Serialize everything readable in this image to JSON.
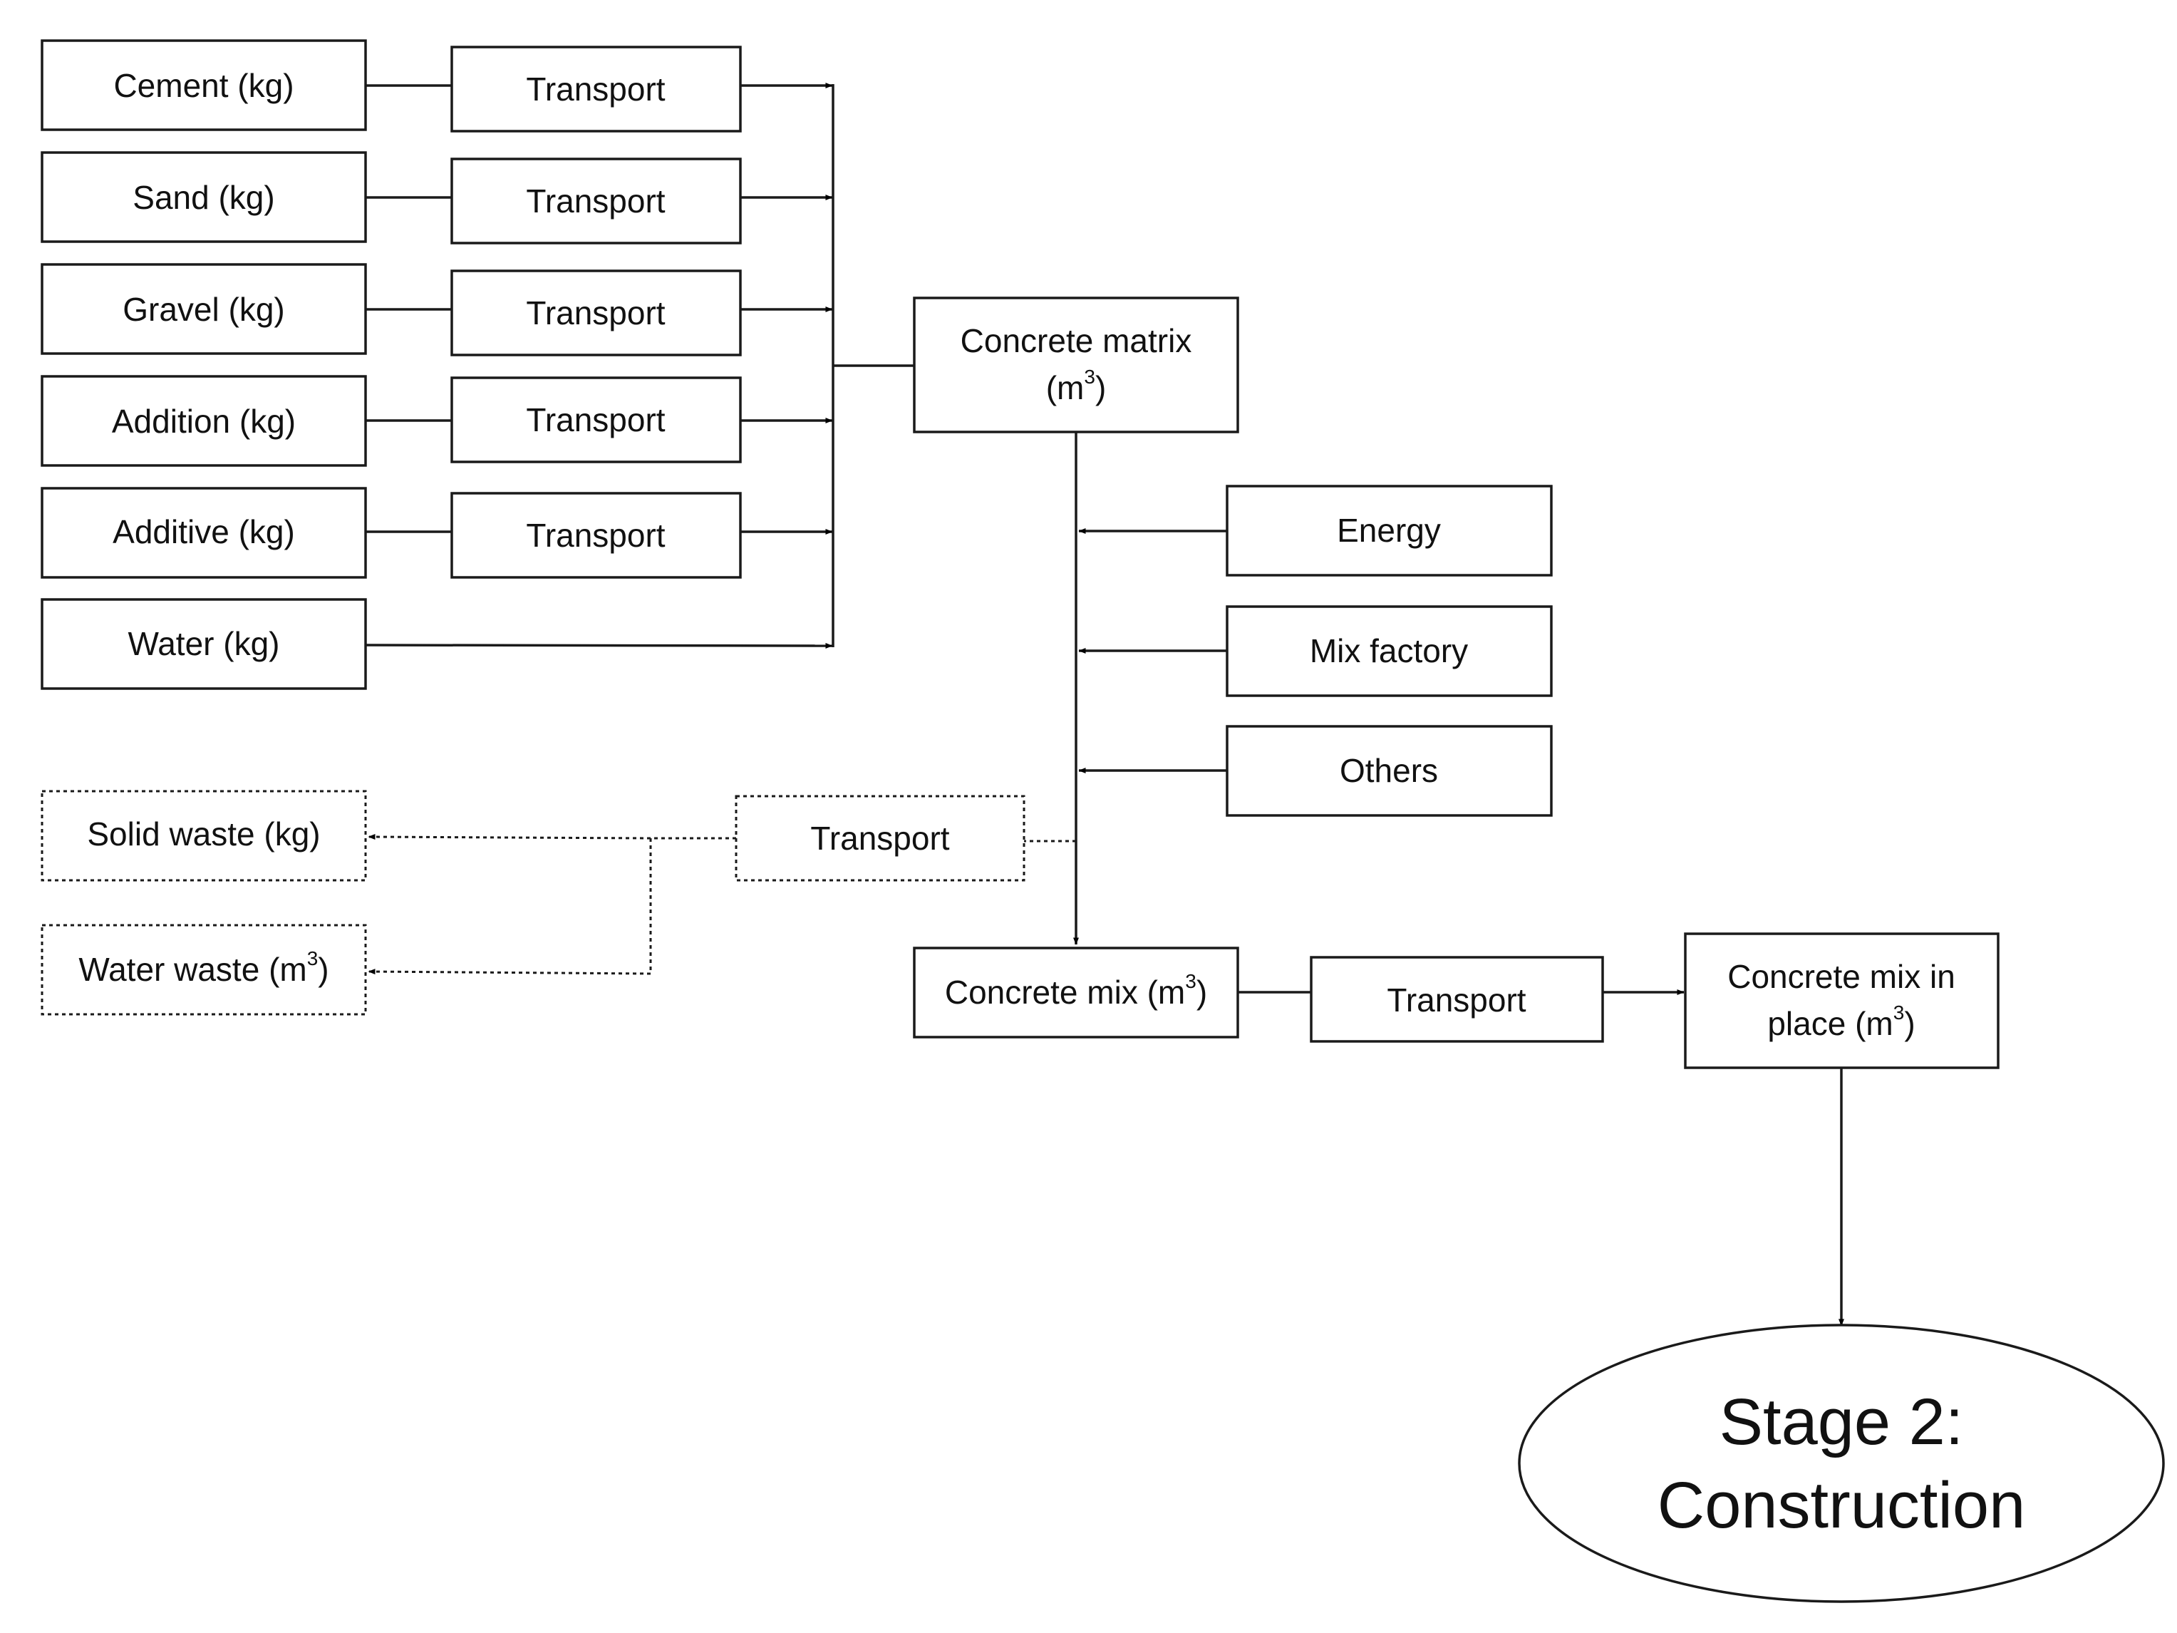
{
  "inputs": {
    "cement": "Cement (kg)",
    "sand": "Sand (kg)",
    "gravel": "Gravel (kg)",
    "addition": "Addition (kg)",
    "additive": "Additive (kg)",
    "water": "Water (kg)"
  },
  "transport_label": "Transport",
  "concrete_matrix": {
    "line1": "Concrete matrix",
    "line2_pre": "(m",
    "line2_sup": "3",
    "line2_post": ")"
  },
  "factory_inputs": {
    "energy": "Energy",
    "mix_factory": "Mix factory",
    "others": "Others"
  },
  "waste": {
    "solid": "Solid waste (kg)",
    "water_pre": "Water waste (m",
    "water_sup": "3",
    "water_post": ")"
  },
  "concrete_mix": {
    "pre": "Concrete mix (m",
    "sup": "3",
    "post": ")"
  },
  "concrete_in_place": {
    "line1": "Concrete mix in",
    "line2_pre": "place (m",
    "line2_sup": "3",
    "line2_post": ")"
  },
  "stage": {
    "line1": "Stage 2:",
    "line2": "Construction"
  }
}
